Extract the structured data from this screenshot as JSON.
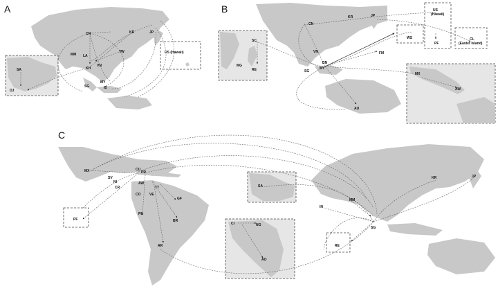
{
  "panels": {
    "a": {
      "letter": "A",
      "labels": [
        "CN",
        "KR",
        "JP",
        "TW",
        "MM",
        "LA",
        "VN",
        "KH",
        "SG",
        "MY",
        "ID",
        "SA",
        "DJ",
        "US (Hawaii)"
      ]
    },
    "b": {
      "letter": "B",
      "labels": [
        "CN",
        "KR",
        "JP",
        "VN",
        "BN",
        "MY",
        "SG",
        "FM",
        "SC",
        "MG",
        "RE",
        "WS",
        "US",
        "(Hawaii)",
        "PF",
        "CL",
        "(Easter Island)",
        "MX",
        "AW",
        "AU"
      ]
    },
    "c": {
      "letter": "C",
      "labels": [
        "MX",
        "CU",
        "PR",
        "SV",
        "NI",
        "CR",
        "AW",
        "TT",
        "CO",
        "VE",
        "GF",
        "PE",
        "BR",
        "AR",
        "PF",
        "SA",
        "CI",
        "NG",
        "AO",
        "IN",
        "MM",
        "SG",
        "RE",
        "KR",
        "JP"
      ]
    }
  },
  "colors": {
    "land": "#c8c8c8",
    "route": "#666666",
    "label": "#111111"
  }
}
